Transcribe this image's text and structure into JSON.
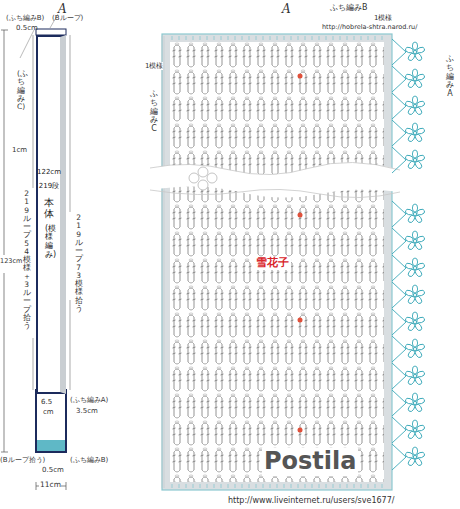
{
  "diagram": {
    "nodes": [
      {
        "text": [
          "122cm",
          "219段",
          "本体",
          "(模様編み)"
        ]
      }
    ],
    "labels": [
      "A",
      "(ふち編みB)",
      "(Bループ)",
      "0.5cm",
      "(ふち編みC)",
      "1cm",
      "123cm",
      "219ループ54模様＋3ループ拾う",
      "219ループ73模様拾う",
      "6.5",
      "cm",
      "(ふち編みA)",
      "3.5cm",
      "(Bループ拾う)",
      "0.5cm",
      "(ふち編みB)",
      "11cm",
      "A",
      "ふち編みB",
      "1模様",
      "http://hobrela-shtra.narod.ru/",
      "1模様",
      "ふち編みC",
      "ふち編みA",
      "雪花子",
      "Postila",
      "http://www.liveinternet.ru/users/sve1677/"
    ]
  }
}
